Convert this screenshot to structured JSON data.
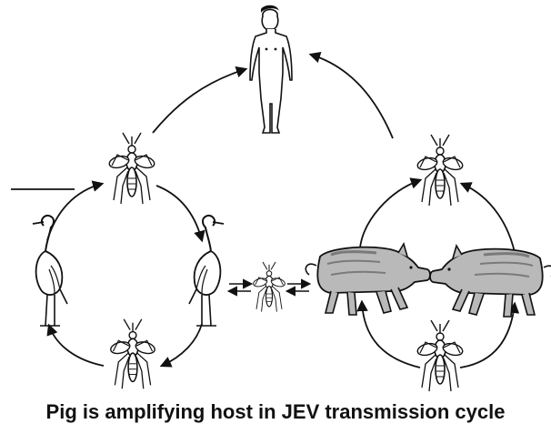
{
  "caption": "Pig is amplifying host in JEV transmission cycle",
  "nodes": {
    "human": "human-figure",
    "mosquitoes": [
      "mosquito-top-left",
      "mosquito-bottom-left",
      "mosquito-center",
      "mosquito-top-right",
      "mosquito-bottom-right"
    ],
    "birds": [
      "egret-left",
      "egret-right"
    ],
    "pigs": [
      "pig-left",
      "pig-right"
    ]
  },
  "colors": {
    "line": "#111111",
    "pig_body": "#b9b9b9",
    "pig_shade": "#7a7a7a",
    "background": "#ffffff"
  }
}
